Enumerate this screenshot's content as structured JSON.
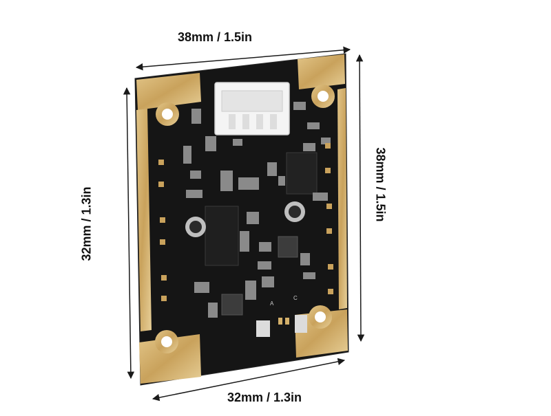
{
  "dimensions": {
    "top": "38mm / 1.5in",
    "right": "38mm / 1.5in",
    "left": "32mm / 1.3in",
    "bottom": "32mm / 1.3in"
  },
  "board": {
    "silkscreen_a": "A",
    "silkscreen_c": "C"
  },
  "colors": {
    "pcb": "#151515",
    "gold": "#d4b06a",
    "connector": "#f4f4f4",
    "arrow": "#1a1a1a"
  }
}
